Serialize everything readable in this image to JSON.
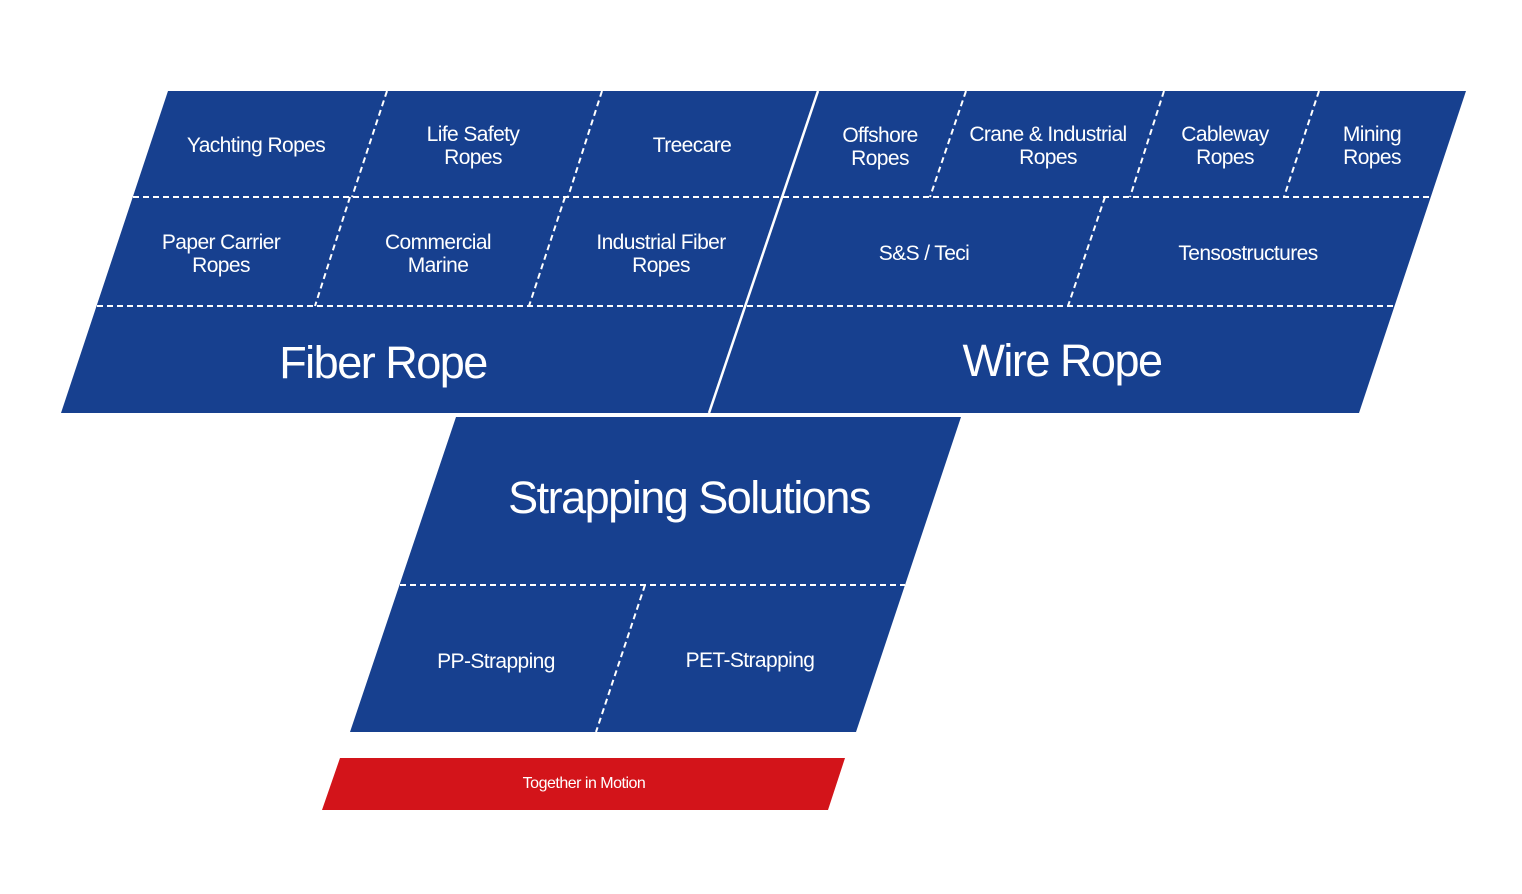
{
  "colors": {
    "primary": "#17408f",
    "accent": "#d3141a"
  },
  "fiber_rope": {
    "title": "Fiber Rope",
    "items": [
      [
        "Yachting Ropes"
      ],
      [
        "Life Safety",
        "Ropes"
      ],
      [
        "Treecare"
      ],
      [
        "Paper Carrier",
        "Ropes"
      ],
      [
        "Commercial",
        "Marine"
      ],
      [
        "Industrial Fiber",
        "Ropes"
      ]
    ]
  },
  "wire_rope": {
    "title": "Wire Rope",
    "items": [
      [
        "Offshore",
        "Ropes"
      ],
      [
        "Crane & Industrial",
        "Ropes"
      ],
      [
        "Cableway",
        "Ropes"
      ],
      [
        "Mining",
        "Ropes"
      ],
      [
        "S&S / Teci"
      ],
      [
        "Tensostructures"
      ]
    ]
  },
  "strapping": {
    "title": "Strapping Solutions",
    "items": [
      "PP-Strapping",
      "PET-Strapping"
    ]
  },
  "tagline": "Together in Motion"
}
